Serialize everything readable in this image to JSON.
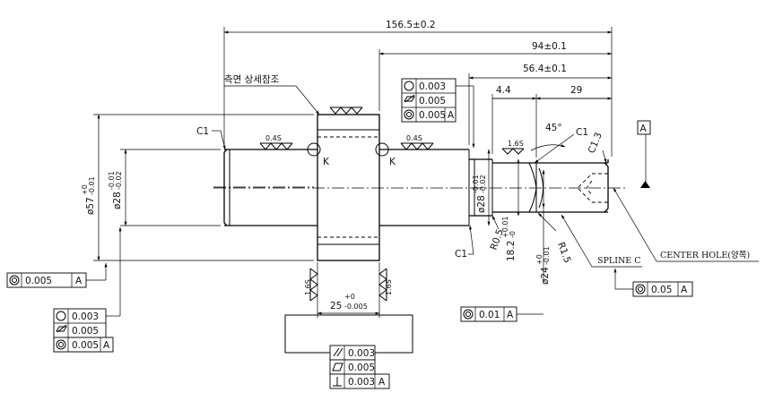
{
  "dims": {
    "overall_length": "156.5±0.2",
    "len_94": "94±0.1",
    "len_56": "56.4±0.1",
    "len_4_4": "4.4",
    "len_29": "29",
    "dia_57_main": "ø57",
    "dia_57_tol_upper": "+0",
    "dia_57_tol_lower": "-0.01",
    "dia_28_left_main": "ø28",
    "dia_28_left_tol_upper": "-0.01",
    "dia_28_left_tol_lower": "-0.02",
    "dia_28_right_main": "ø28",
    "dia_28_right_tol_upper": "-0.01",
    "dia_28_right_tol_lower": "-0.02",
    "dia_18_main": "18.2",
    "dia_18_tol_upper": "+0.01",
    "dia_18_tol_lower": "-0",
    "dia_24_main": "ø24",
    "dia_24_tol_upper": "+0",
    "dia_24_tol_lower": "-0.01",
    "width_25_main": "25",
    "width_25_tol_upper": "+0",
    "width_25_tol_lower": "-0.005",
    "chamfer_c1_left": "C1",
    "chamfer_c1_right": "C1",
    "chamfer_c1_bottom": "C1",
    "chamfer_c1_3": "C1.3",
    "angle_45": "45°",
    "radius_r05": "R0.5",
    "radius_r15": "R1.5",
    "point_k_left": "K",
    "point_k_right": "K",
    "datum_a": "A"
  },
  "surface": {
    "left_journal": "0.4S",
    "right_journal": "0.4S",
    "right_step": "1.6S",
    "gear_left": "1.6S",
    "gear_right": "1.6S"
  },
  "notes": {
    "side_detail": "측면 상세참조",
    "center_hole": "CENTER HOLE(양쪽)",
    "spline": "SPLINE C"
  },
  "gdt": {
    "top_right": [
      {
        "value": "0.003",
        "datum": ""
      },
      {
        "value": "0.005",
        "datum": ""
      },
      {
        "value": "0.005",
        "datum": "A"
      }
    ],
    "left_conc": {
      "value": "0.005",
      "datum": "A"
    },
    "left_stack": [
      {
        "value": "0.003",
        "datum": ""
      },
      {
        "value": "0.005",
        "datum": ""
      },
      {
        "value": "0.005",
        "datum": "A"
      }
    ],
    "bottom_stack": [
      {
        "value": "0.003",
        "datum": ""
      },
      {
        "value": "0.005",
        "datum": ""
      },
      {
        "value": "0.003",
        "datum": "A"
      }
    ],
    "conc_mid": {
      "value": "0.01",
      "datum": "A"
    },
    "conc_right": {
      "value": "0.05",
      "datum": "A"
    }
  }
}
